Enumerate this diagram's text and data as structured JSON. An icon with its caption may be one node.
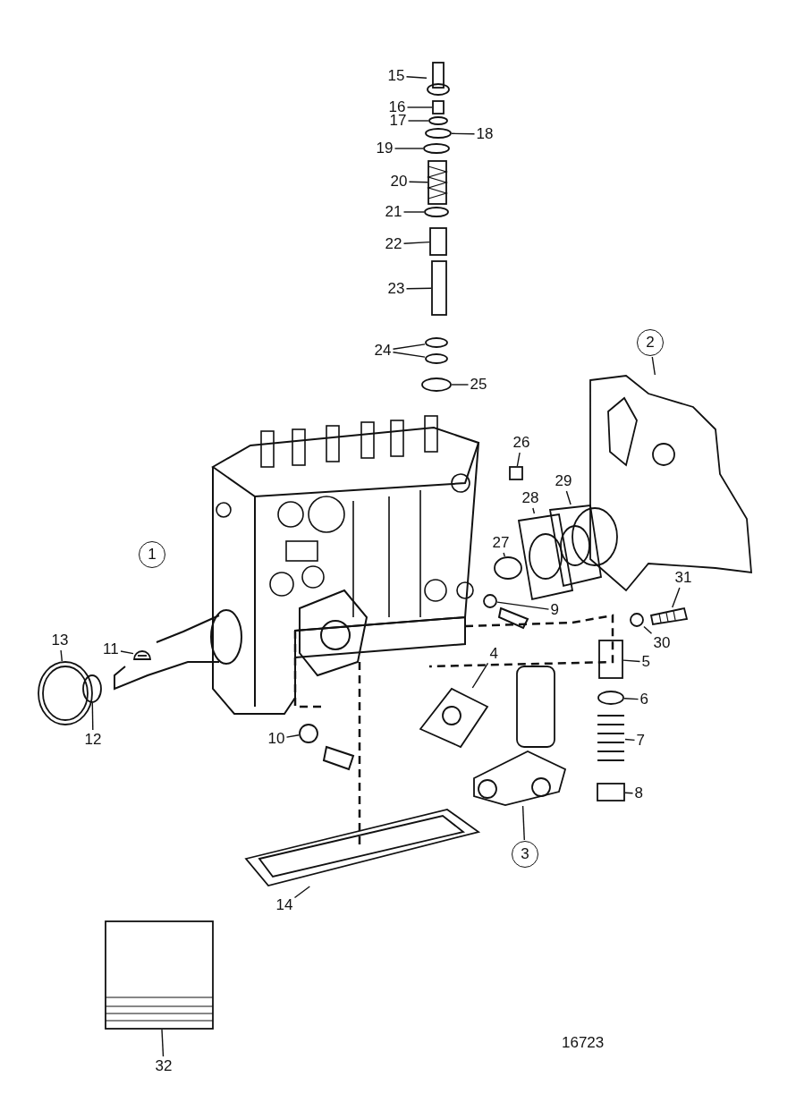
{
  "diagram": {
    "nodes": [
      {
        "text": [
          "1"
        ]
      },
      {
        "text": [
          "2"
        ]
      },
      {
        "text": [
          "3"
        ]
      },
      {
        "text": [
          "4"
        ]
      },
      {
        "text": [
          "5"
        ]
      },
      {
        "text": [
          "6"
        ]
      },
      {
        "text": [
          "7"
        ]
      },
      {
        "text": [
          "8"
        ]
      },
      {
        "text": [
          "9"
        ]
      },
      {
        "text": [
          "10"
        ]
      },
      {
        "text": [
          "11"
        ]
      },
      {
        "text": [
          "12"
        ]
      },
      {
        "text": [
          "13"
        ]
      },
      {
        "text": [
          "14"
        ]
      },
      {
        "text": [
          "15"
        ]
      },
      {
        "text": [
          "16"
        ]
      },
      {
        "text": [
          "17"
        ]
      },
      {
        "text": [
          "18"
        ]
      },
      {
        "text": [
          "19"
        ]
      },
      {
        "text": [
          "20"
        ]
      },
      {
        "text": [
          "21"
        ]
      },
      {
        "text": [
          "22"
        ]
      },
      {
        "text": [
          "23"
        ]
      },
      {
        "text": [
          "24"
        ]
      },
      {
        "text": [
          "25"
        ]
      },
      {
        "text": [
          "26"
        ]
      },
      {
        "text": [
          "27"
        ]
      },
      {
        "text": [
          "28"
        ]
      },
      {
        "text": [
          "29"
        ]
      },
      {
        "text": [
          "30"
        ]
      },
      {
        "text": [
          "31"
        ]
      },
      {
        "text": [
          "32"
        ]
      },
      {
        "text": [],
        "shape": "picture"
      },
      {
        "text": [],
        "shape": "picture"
      },
      {
        "text": [],
        "shape": "picture"
      },
      {
        "text": [],
        "shape": "box"
      },
      {
        "text": [],
        "shape": "circle"
      },
      {
        "text": [],
        "shape": "picture"
      },
      {
        "text": [],
        "shape": "box"
      },
      {
        "text": [],
        "shape": "circle"
      },
      {
        "text": [],
        "shape": "circle"
      },
      {
        "text": [],
        "shape": "picture"
      },
      {
        "text": [],
        "shape": "circle"
      },
      {
        "text": [],
        "shape": "picture"
      },
      {
        "text": [],
        "shape": "picture"
      },
      {
        "text": [],
        "shape": "picture"
      },
      {
        "text": [],
        "shape": "box"
      },
      {
        "text": [],
        "shape": "circle"
      },
      {
        "text": [],
        "shape": "circle"
      },
      {
        "text": [],
        "shape": "circle"
      },
      {
        "text": [],
        "shape": "picture"
      },
      {
        "text": [],
        "shape": "circle"
      },
      {
        "text": [],
        "shape": "box"
      },
      {
        "text": [],
        "shape": "box"
      },
      {
        "text": [],
        "shape": "circle"
      },
      {
        "text": [],
        "shape": "circle"
      },
      {
        "text": [],
        "shape": "circle"
      },
      {
        "text": [],
        "shape": "box"
      },
      {
        "text": [],
        "shape": "circle"
      },
      {
        "text": [],
        "shape": "picture"
      },
      {
        "text": [],
        "shape": "picture"
      },
      {
        "text": [],
        "shape": "circle"
      },
      {
        "text": [],
        "shape": "picture"
      },
      {
        "text": [],
        "shape": "picture"
      }
    ],
    "edges": [
      {
        "from": 1,
        "to": 32,
        "arrow": "none"
      },
      {
        "from": 2,
        "to": 33,
        "arrow": "none"
      },
      {
        "from": 3,
        "to": 34,
        "arrow": "none"
      },
      {
        "from": 4,
        "to": 35,
        "arrow": "none"
      },
      {
        "from": 5,
        "to": 36,
        "arrow": "none"
      },
      {
        "from": 6,
        "to": 37,
        "arrow": "none"
      },
      {
        "from": 7,
        "to": 38,
        "arrow": "none"
      },
      {
        "from": 8,
        "to": 39,
        "arrow": "none"
      },
      {
        "from": 9,
        "to": 40,
        "arrow": "none"
      },
      {
        "from": 10,
        "to": 41,
        "arrow": "none"
      },
      {
        "from": 11,
        "to": 42,
        "arrow": "none"
      },
      {
        "from": 12,
        "to": 43,
        "arrow": "none"
      },
      {
        "from": 13,
        "to": 44,
        "arrow": "none"
      },
      {
        "from": 14,
        "to": 45,
        "arrow": "none"
      },
      {
        "from": 15,
        "to": 46,
        "arrow": "none"
      },
      {
        "from": 16,
        "to": 47,
        "arrow": "none"
      },
      {
        "from": 17,
        "to": 48,
        "arrow": "none"
      },
      {
        "from": 18,
        "to": 49,
        "arrow": "none"
      },
      {
        "from": 19,
        "to": 50,
        "arrow": "none"
      },
      {
        "from": 20,
        "to": 51,
        "arrow": "none"
      },
      {
        "from": 21,
        "to": 52,
        "arrow": "none"
      },
      {
        "from": 22,
        "to": 53,
        "arrow": "none"
      },
      {
        "from": 23,
        "to": 54,
        "arrow": "none"
      },
      {
        "from": 23,
        "to": 55,
        "arrow": "none"
      },
      {
        "from": 24,
        "to": 56,
        "arrow": "none"
      },
      {
        "from": 25,
        "to": 57,
        "arrow": "none"
      },
      {
        "from": 26,
        "to": 58,
        "arrow": "none"
      },
      {
        "from": 27,
        "to": 59,
        "arrow": "none"
      },
      {
        "from": 28,
        "to": 60,
        "arrow": "none"
      },
      {
        "from": 29,
        "to": 61,
        "arrow": "none"
      },
      {
        "from": 30,
        "to": 62,
        "arrow": "none"
      },
      {
        "from": 31,
        "to": 63,
        "arrow": "none"
      }
    ],
    "labels": [
      "16723"
    ]
  }
}
